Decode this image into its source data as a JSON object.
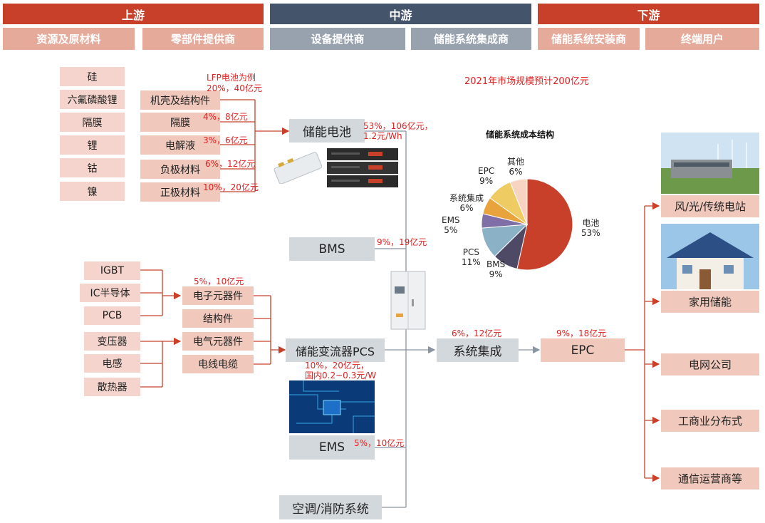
{
  "stages": {
    "upstream": "上游",
    "midstream": "中游",
    "downstream": "下游",
    "raw_materials": "资源及原材料",
    "components": "零部件提供商",
    "equipment": "设备提供商",
    "integrator": "储能系统集成商",
    "installer": "储能系统安装商",
    "end_user": "终端用户"
  },
  "raw_battery": [
    "硅",
    "六氟磷酸锂",
    "隔膜",
    "锂",
    "钴",
    "镍"
  ],
  "battery_parts": [
    "机壳及结构件",
    "隔膜",
    "电解液",
    "负极材料",
    "正极材料"
  ],
  "battery_notes": {
    "header": "LFP电池为例",
    "items": [
      "20%，40亿元",
      "4%，8亿元",
      "3%，6亿元",
      "6%，12亿元",
      "10%，20亿元"
    ]
  },
  "raw_pcs": [
    "IGBT",
    "IC半导体",
    "PCB",
    "变压器",
    "电感",
    "散热器"
  ],
  "pcs_parts": [
    "电子元器件",
    "结构件",
    "电气元器件",
    "电线电缆"
  ],
  "pcs_parts_note": "5%，10亿元",
  "equipment_items": {
    "battery": "储能电池",
    "bms": "BMS",
    "pcs": "储能变流器PCS",
    "ems": "EMS",
    "hvac": "空调/消防系统"
  },
  "equipment_notes": {
    "battery_l1": "53%，106亿元，",
    "battery_l2": "1.2元/Wh",
    "bms": "9%，19亿元",
    "pcs_l1": "10%，20亿元，",
    "pcs_l2": "国内0.2~0.3元/W",
    "ems": "5%，10亿元"
  },
  "integration": {
    "label": "系统集成",
    "note": "6%，12亿元"
  },
  "epc": {
    "label": "EPC",
    "note": "9%，18亿元"
  },
  "market_note": "2021年市场规模预计200亿元",
  "end_users": [
    "风/光/传统电站",
    "家用储能",
    "电网公司",
    "工商业分布式",
    "通信运营商等"
  ],
  "chart_data": {
    "type": "pie",
    "title": "储能系统成本结构",
    "series": [
      {
        "values": [
          53,
          9,
          11,
          5,
          6,
          9,
          6
        ],
        "categories": [
          "电池",
          "BMS",
          "PCS",
          "EMS",
          "系统集成",
          "EPC",
          "其他"
        ],
        "labels": [
          "53%",
          "9%",
          "11%",
          "5%",
          "6%",
          "9%",
          "6%"
        ]
      }
    ],
    "colors": [
      "#c8402a",
      "#4e4a66",
      "#8bb1c6",
      "#7f6fa6",
      "#e8a33c",
      "#eecb63",
      "#f7d3c2"
    ]
  },
  "colors": {
    "upstream": "#c8402a",
    "midstream": "#44546a",
    "downstream": "#c8402a",
    "sub_up": "#e6aa9a",
    "sub_mid": "#98a2ae",
    "arrow_red": "#c8402a",
    "line_grey": "#8a95a3"
  }
}
